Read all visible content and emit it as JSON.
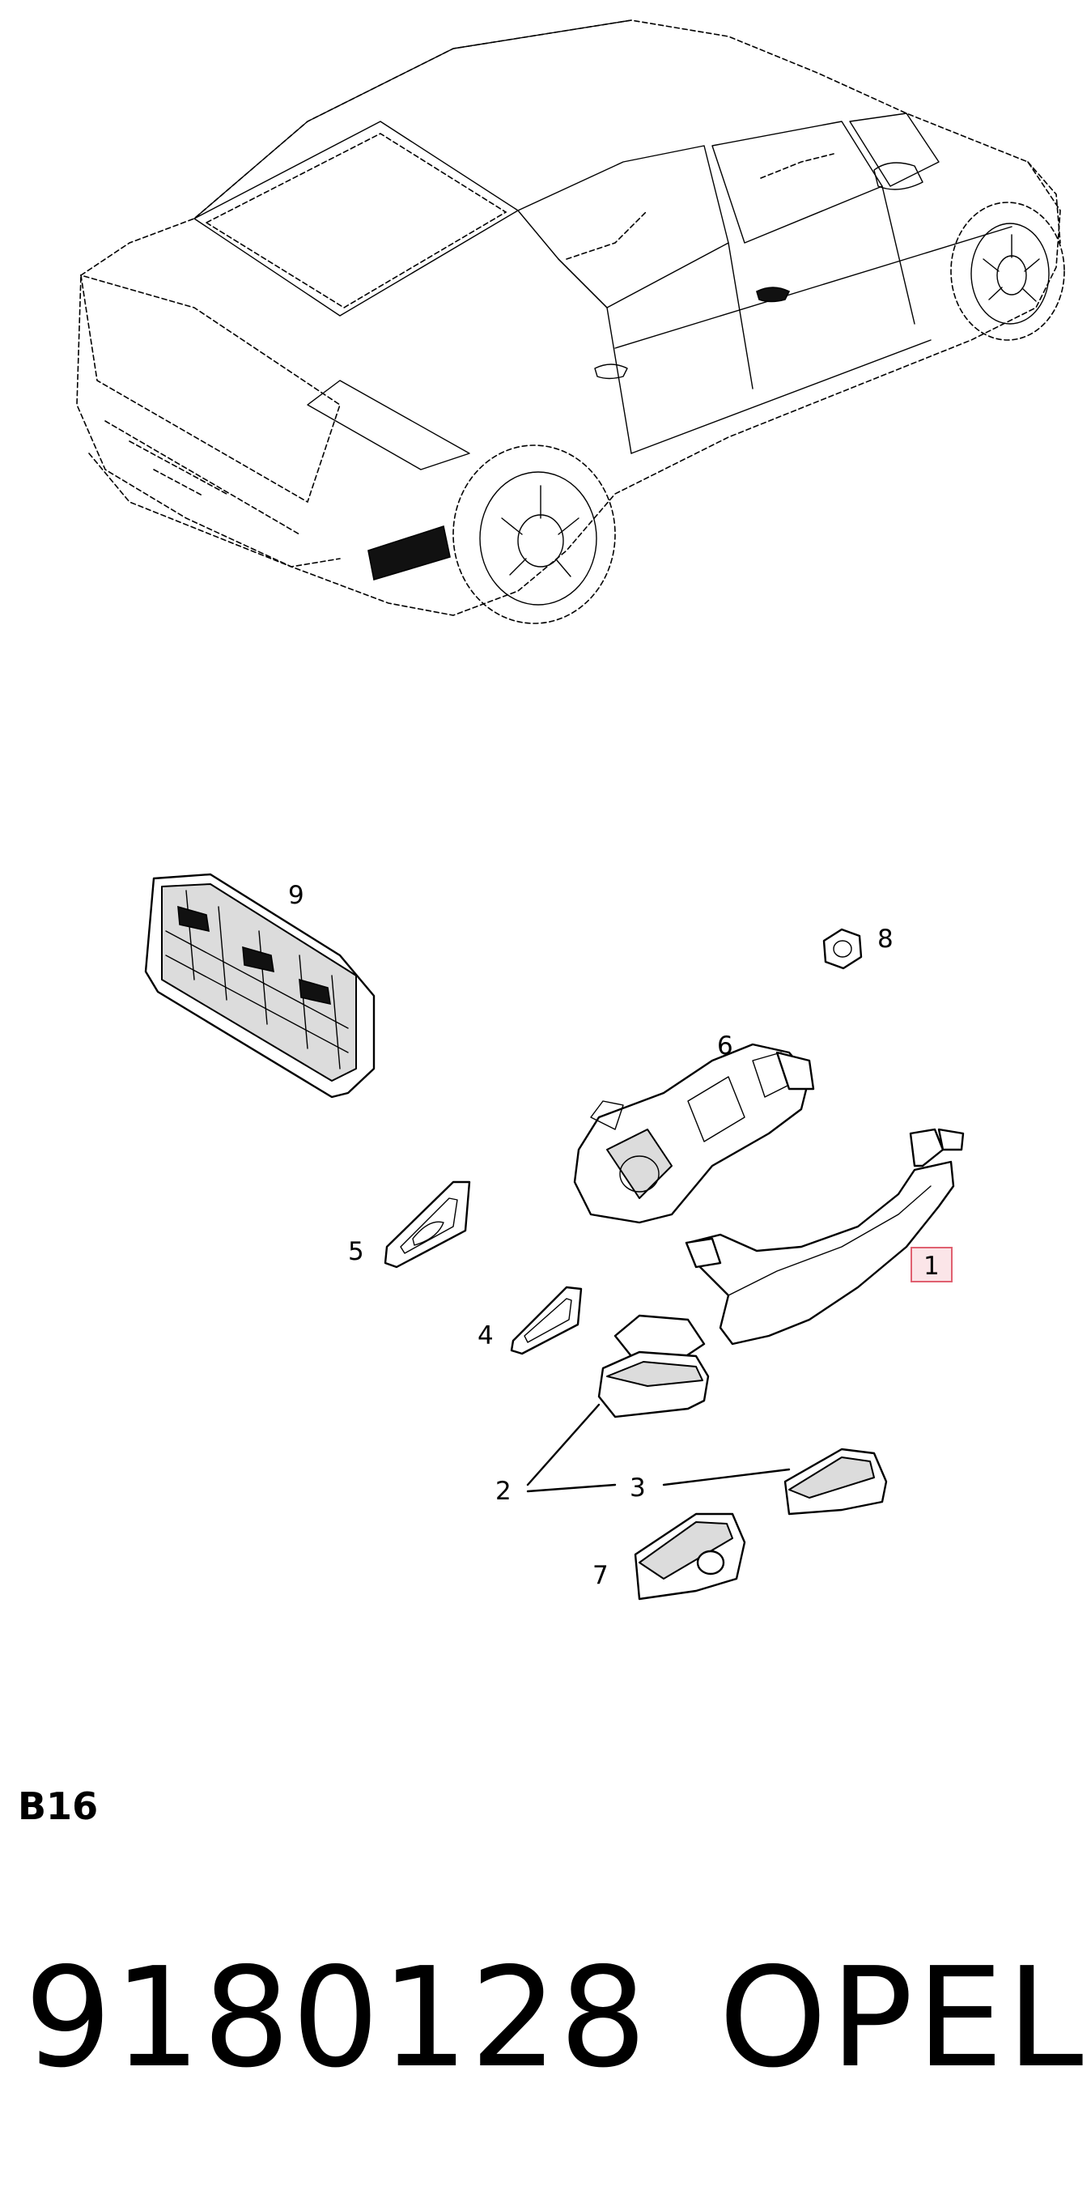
{
  "diagram": {
    "callouts": {
      "c1": "1",
      "c2": "2",
      "c3": "3",
      "c4": "4",
      "c5": "5",
      "c6": "6",
      "c7": "7",
      "c8": "8",
      "c9": "9"
    },
    "highlight_color": "#e06070"
  },
  "section_code": "B16",
  "part_number": "9180128",
  "brand": "OPEL"
}
